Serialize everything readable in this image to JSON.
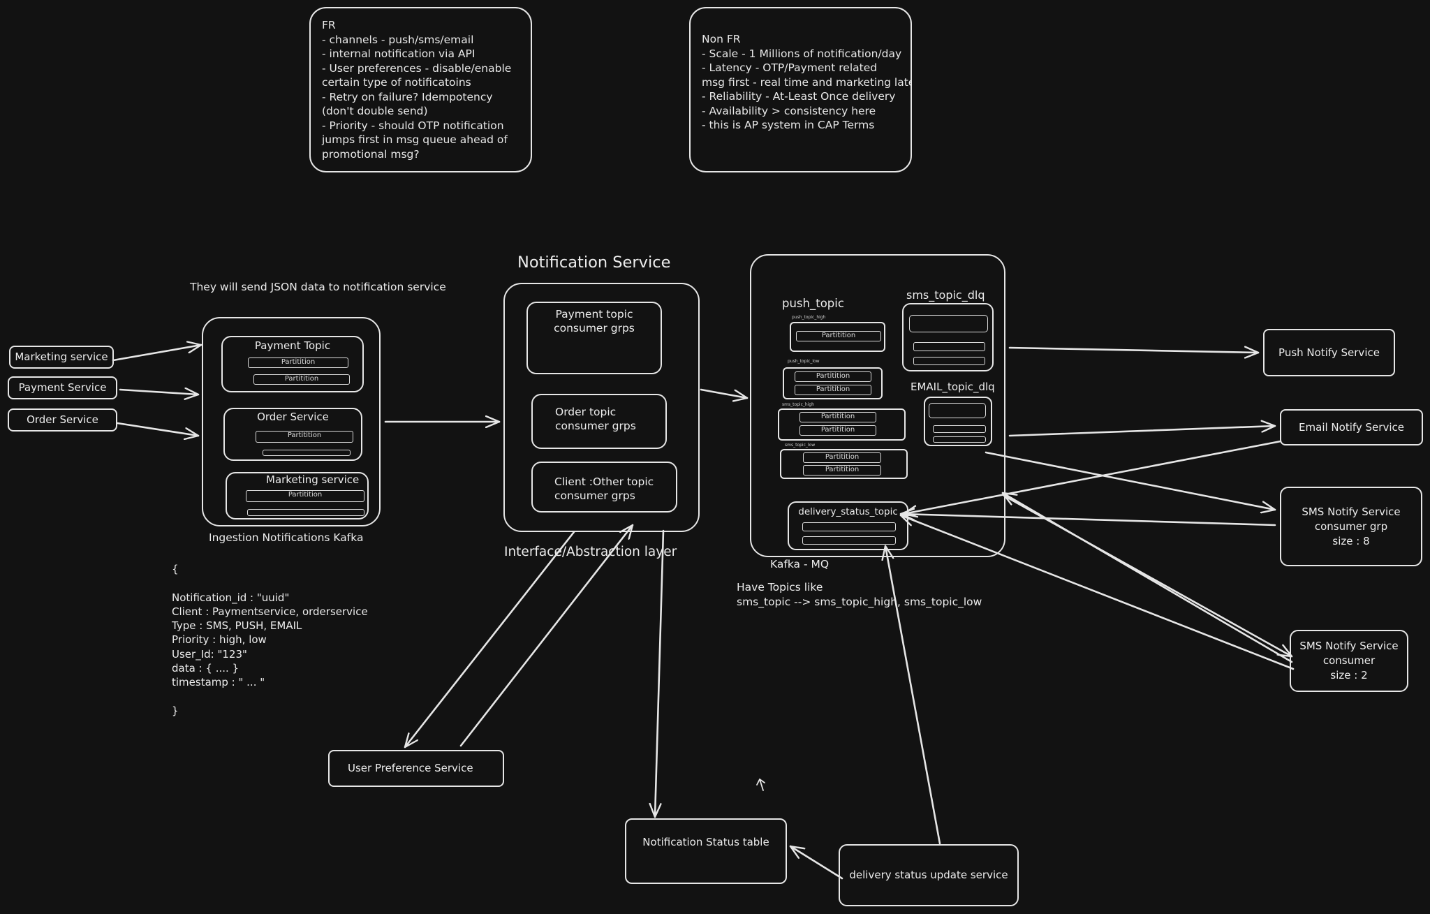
{
  "notes": {
    "fr": "FR\n- channels - push/sms/email\n- internal notification via API\n- User preferences - disable/enable\ncertain type of notificatoins\n- Retry on failure? Idempotency\n(don't double send)\n- Priority - should OTP notification\njumps first in msg queue ahead of\npromotional msg?",
    "nfr": "Non FR\n- Scale - 1 Millions of notification/day\n- Latency - OTP/Payment related\nmsg first - real time and marketing later\n- Reliability - At-Least Once delivery\n- Availability > consistency here\n- this is AP system in CAP Terms"
  },
  "producers": [
    "Marketing service",
    "Payment Service",
    "Order Service"
  ],
  "json_caption": "They will send JSON data to notification service",
  "ingestion": {
    "caption": "Ingestion Notifications Kafka",
    "payment_topic": "Payment Topic",
    "order_topic": "Order Service",
    "marketing_topic": "Marketing service",
    "partition": "Partitition"
  },
  "notification_service": {
    "title": "Notification Service",
    "subtitle": "Interface/Abstraction layer",
    "payment_group": "Payment topic\nconsumer grps",
    "order_group": "Order topic\nconsumer grps",
    "client_group": "Client :Other topic\nconsumer grps"
  },
  "kafka_mq": {
    "caption": "Kafka - MQ",
    "push_topic": "push_topic",
    "push_high": "push_topic_high",
    "push_low": "push_topic_low",
    "sms_high": "sms_topic_high",
    "sms_low": "sms_topic_low",
    "sms_dlq": "sms_topic_dlq",
    "email_dlq": "EMAIL_topic_dlq",
    "delivery_topic": "delivery_status_topic",
    "partition": "Partitition"
  },
  "topics_note": "Have Topics like\nsms_topic --> sms_topic_high, sms_topic_low",
  "schema": "{\n\nNotification_id : \"uuid\"\nClient : Paymentservice, orderservice\nType : SMS, PUSH, EMAIL\nPriority : high, low\nUser_Id: \"123\"\ndata : { .... }\ntimestamp : \" ... \"\n\n}",
  "consumers": {
    "push": "Push Notify Service",
    "email": "Email Notify Service",
    "sms8": "SMS Notify Service\nconsumer grp\nsize : 8",
    "sms2": "SMS Notify Service\nconsumer\nsize : 2"
  },
  "user_pref": "User Preference Service",
  "status_table": "Notification Status table",
  "delivery_service": "delivery status update service",
  "colors": {
    "background": "#121212",
    "stroke": "#e6e6e6"
  }
}
